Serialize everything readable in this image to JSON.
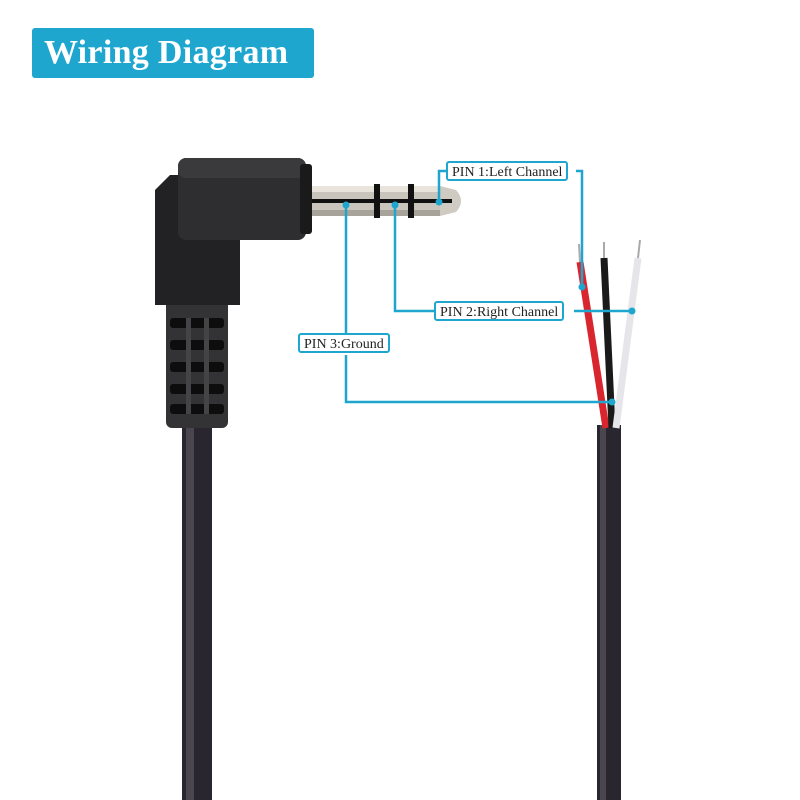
{
  "title": "Wiring Diagram",
  "colors": {
    "accent": "#1ea6cf",
    "plug_body": "#2b2b2d",
    "cable": "#2a2630",
    "wire_red": "#d9262e",
    "wire_black": "#1a1a1a",
    "wire_white": "#e6e6ea"
  },
  "pins": [
    {
      "id": 1,
      "label": "PIN 1:Left Channel",
      "wire": "red"
    },
    {
      "id": 2,
      "label": "PIN 2:Right Channel",
      "wire": "white"
    },
    {
      "id": 3,
      "label": "PIN 3:Ground",
      "wire": "black"
    }
  ]
}
